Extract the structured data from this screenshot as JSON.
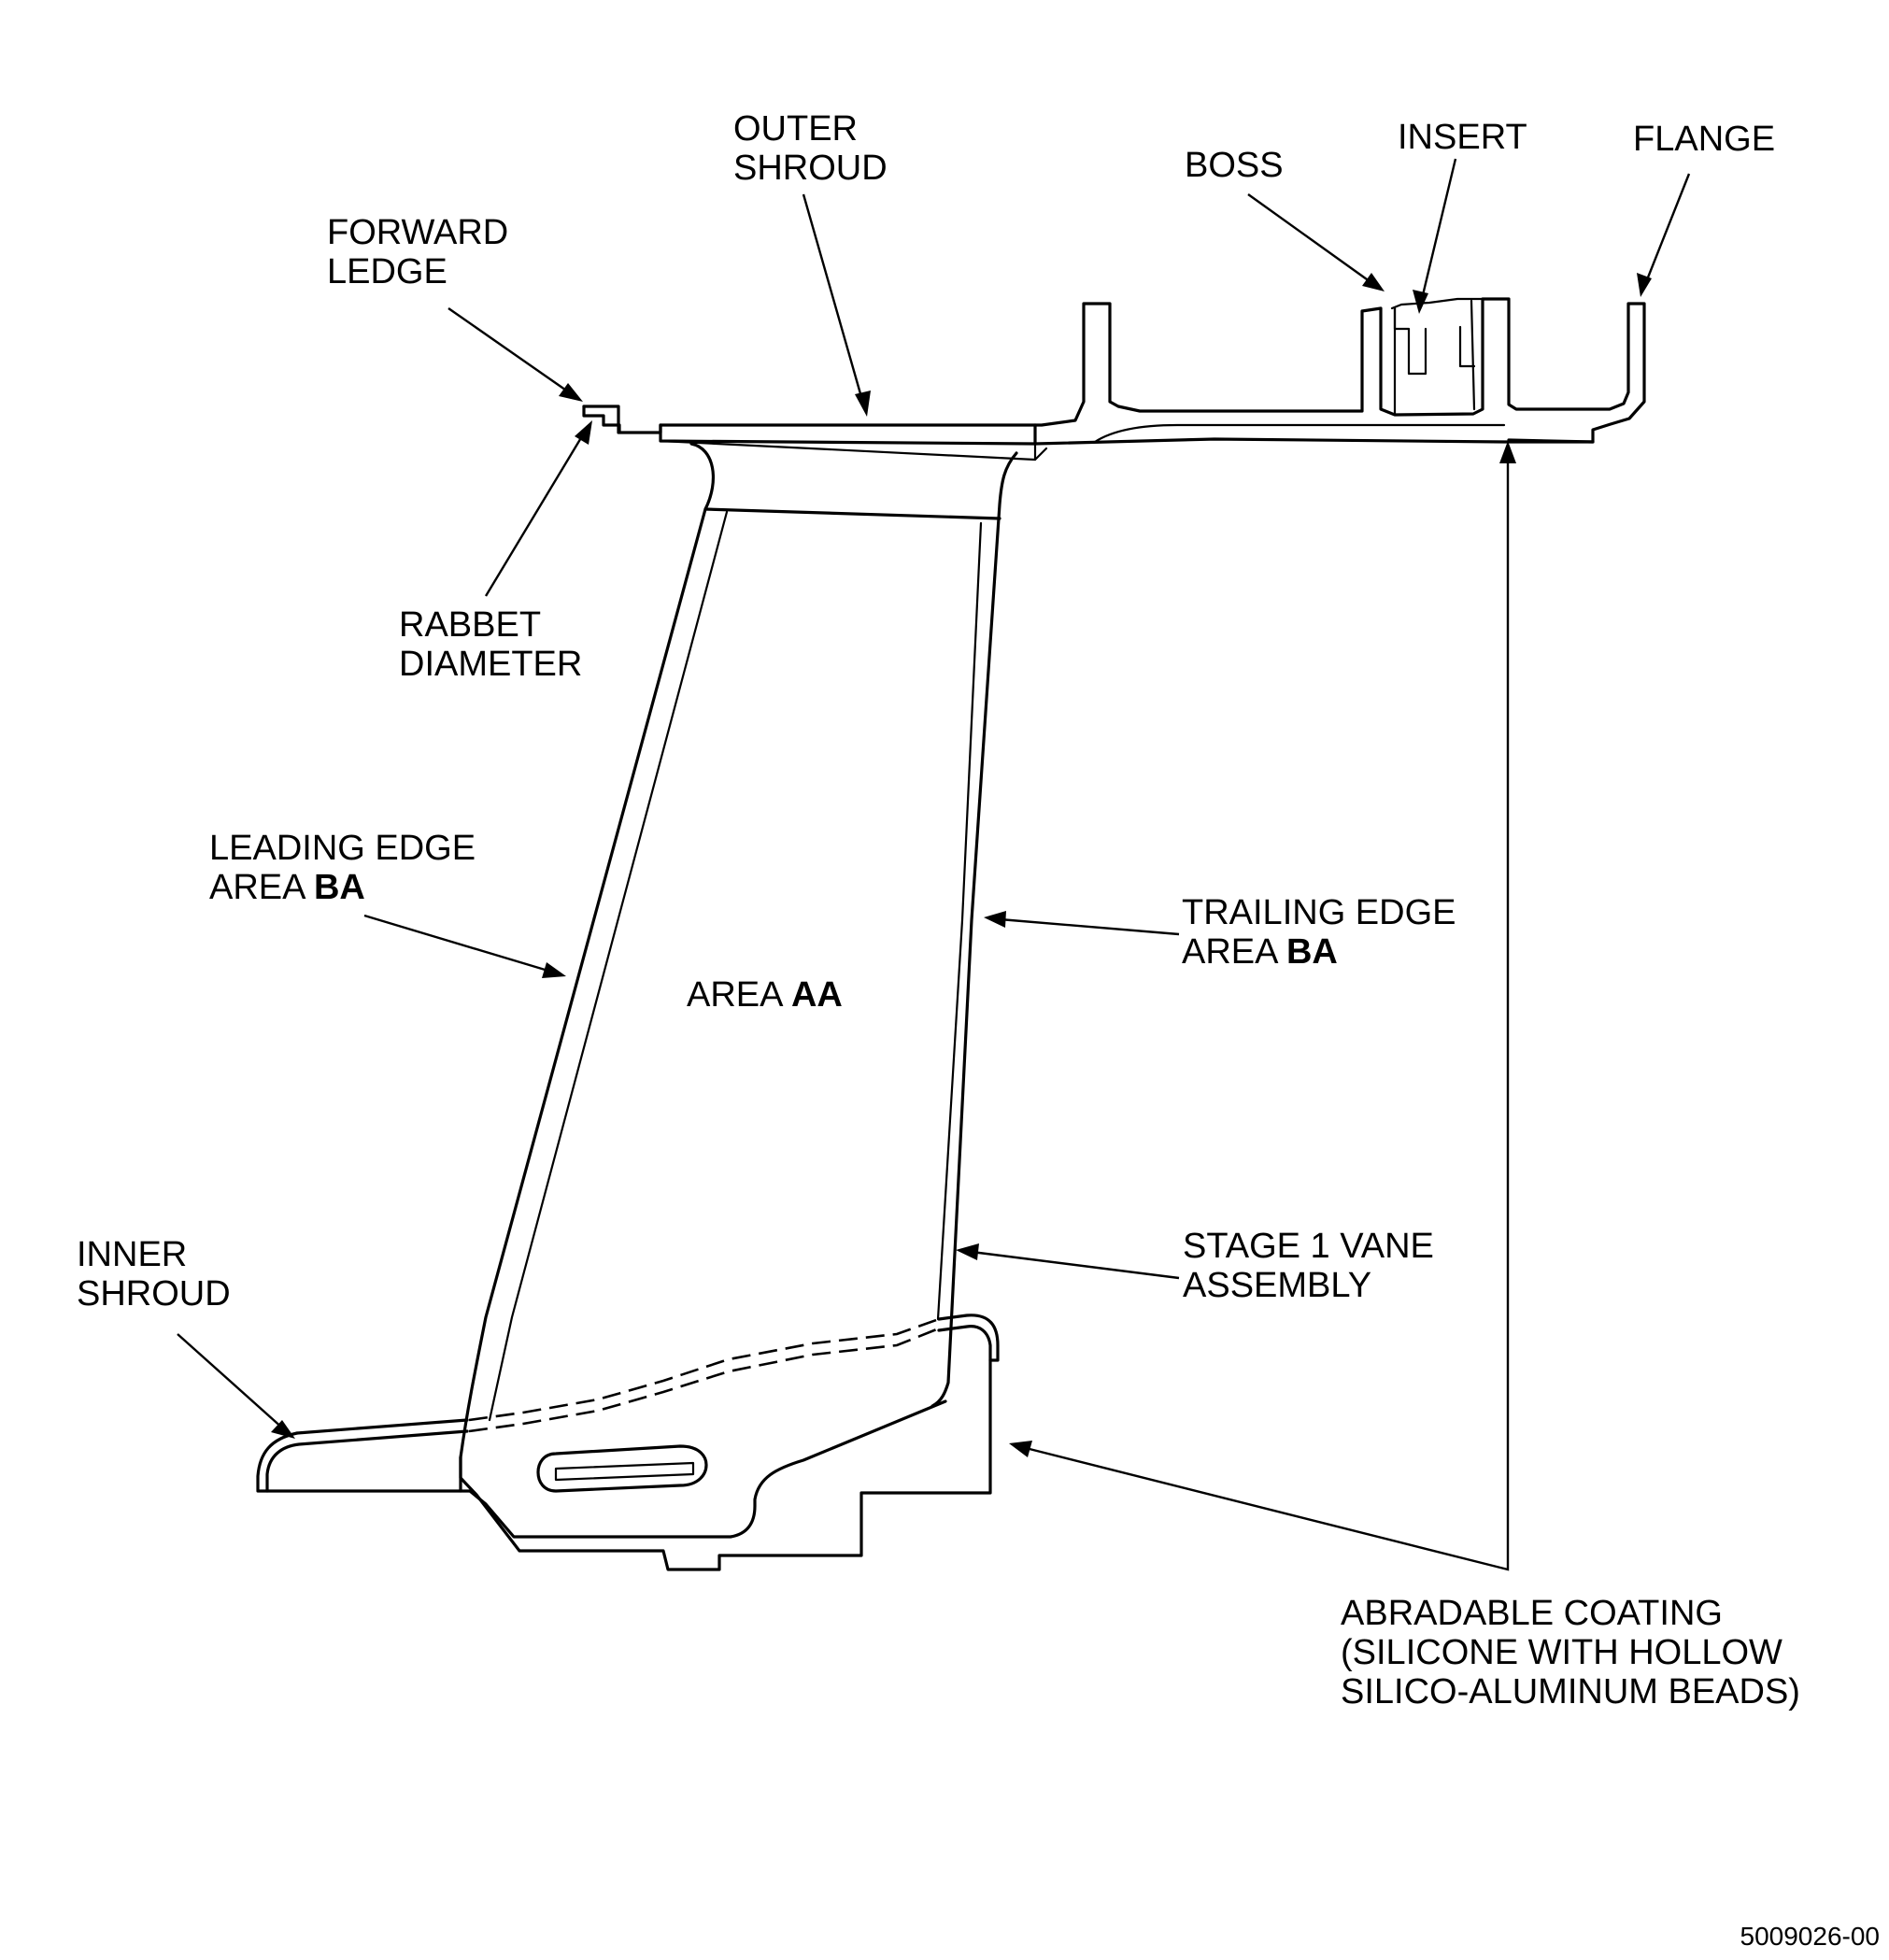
{
  "labels": {
    "outer_shroud": [
      "OUTER",
      "SHROUD"
    ],
    "forward_ledge": [
      "FORWARD",
      "LEDGE"
    ],
    "boss": "BOSS",
    "insert": "INSERT",
    "flange": "FLANGE",
    "rabbet_diameter": [
      "RABBET",
      "DIAMETER"
    ],
    "leading_edge": {
      "line1": "LEADING EDGE",
      "line2_prefix": "AREA ",
      "line2_bold": "BA"
    },
    "trailing_edge": {
      "line1": "TRAILING EDGE",
      "line2_prefix": "AREA ",
      "line2_bold": "BA"
    },
    "area_aa": {
      "prefix": "AREA ",
      "bold": "AA"
    },
    "stage1_vane": [
      "STAGE 1 VANE",
      "ASSEMBLY"
    ],
    "inner_shroud": [
      "INNER",
      "SHROUD"
    ],
    "abradable_coating": [
      "ABRADABLE COATING",
      "(SILICONE WITH HOLLOW",
      "SILICO-ALUMINUM BEADS)"
    ]
  },
  "document_number": "5009026-00"
}
